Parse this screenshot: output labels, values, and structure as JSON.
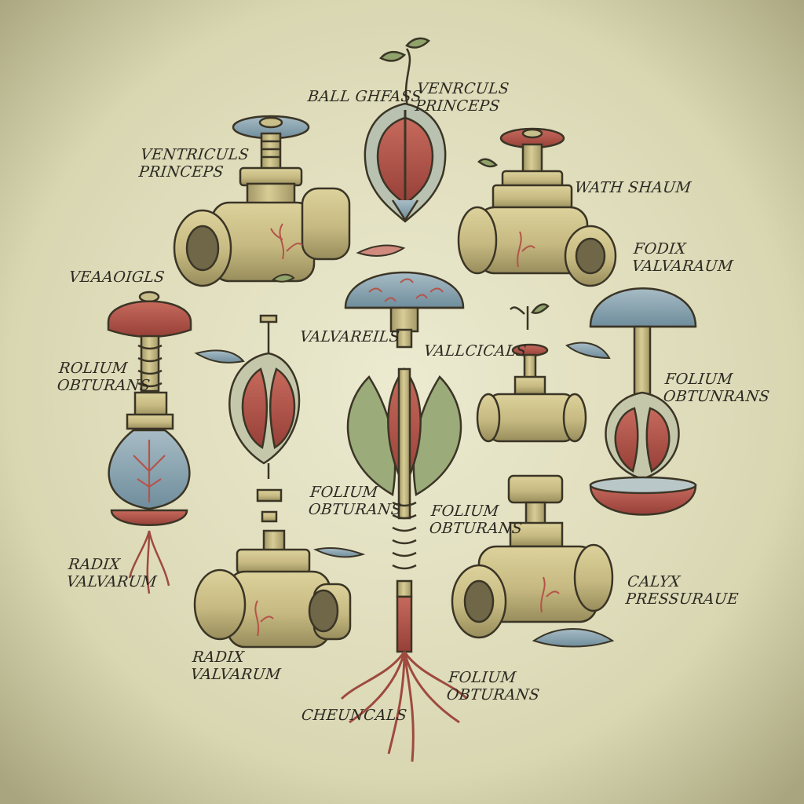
{
  "labels": {
    "ball_ghfass": "BALL GHFASS",
    "venrculs_princeps": "VENRCULS\nPRINCEPS",
    "ventriculs_princeps": "VENTRICULS\nPRINCEPS",
    "wath_shaum": "WATH SHAUM",
    "fodix_valvaraum": "FODIX\nVALVARAUM",
    "veaaoigls": "VEAAOIGLS",
    "valvareils": "VALVAREILS",
    "vallcicals": "VALLCICALS",
    "rolium_obturans": "ROLIUM\nOBTURANS",
    "folium_obtunrans": "FOLIUM\nOBTUNRANS",
    "folium_obturans_center_left": "FOLIUM\nOBTURANS",
    "folium_obturans_center_right": "FOLIUM\nOBTURANS",
    "radix_valvarum_left": "RADIX\nVALVARUM",
    "radix_valvarum_bottom": "RADIX\nVALVARUM",
    "calyx_pressurale": "CALYX\nPRESSURAUE",
    "folium_obturans_bottom": "FOLIUM\nOBTURANS",
    "cheuncals": "CHEUNCALS"
  },
  "palette": {
    "paper": "#e4e2c4",
    "brass": "#cbbf86",
    "brass_shade": "#9f9462",
    "ink": "#3b3526",
    "red": "#b5534a",
    "blue": "#8ea7b4",
    "leaf": "#8fa36b"
  }
}
